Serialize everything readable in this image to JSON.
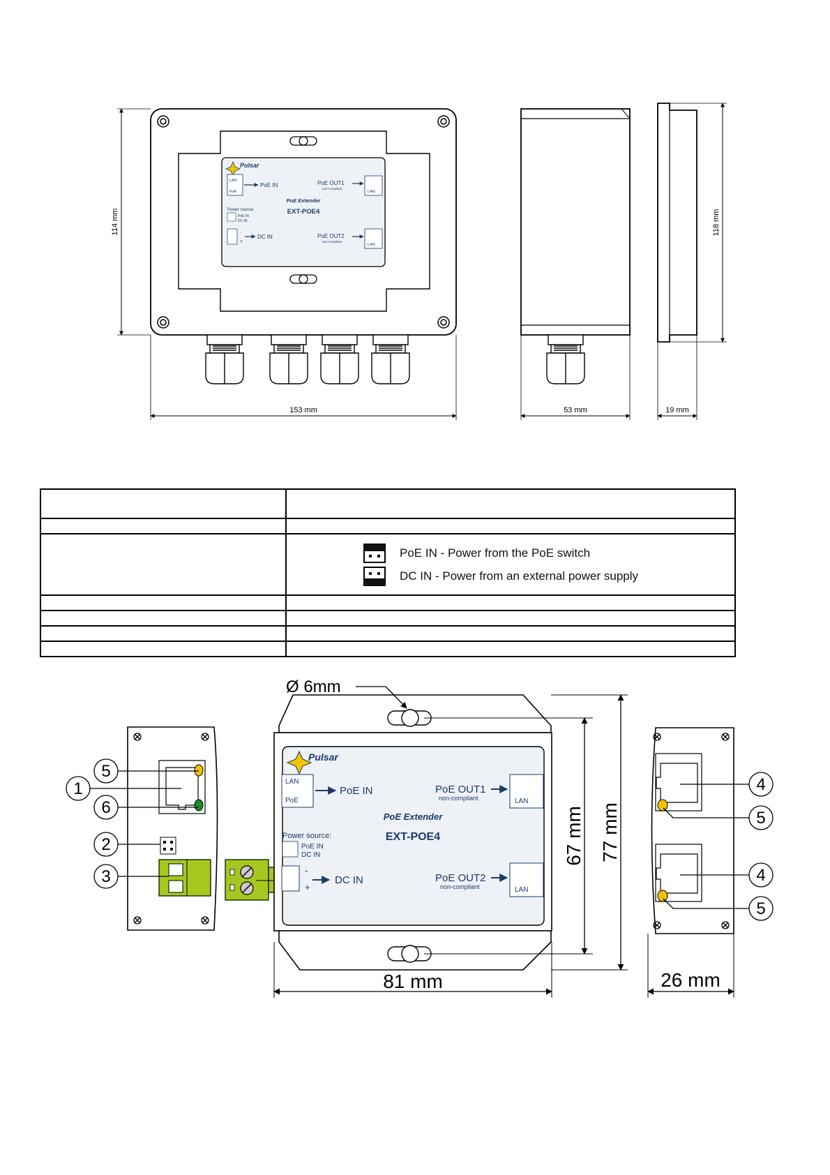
{
  "top_drawing": {
    "dimensions": {
      "height_front": "114 mm",
      "width_front": "153 mm",
      "depth_side": "53 mm",
      "height_side": "118 mm",
      "thickness_edge": "19 mm"
    },
    "label": {
      "brand": "Pulsar",
      "port_lan": "LAN",
      "port_poe": "PoE",
      "poe_in": "PoE IN",
      "poe_out1": "PoE OUT1",
      "poe_out2": "PoE OUT2",
      "non_compliant": "non-compliant",
      "out_lan": "LAN",
      "product_subtitle": "PoE Extender",
      "product_name": "EXT-POE4",
      "power_source": "Power source:",
      "ps_poe_in": "PoE IN",
      "ps_dc_in": "DC IN",
      "minus": "-",
      "plus": "+",
      "dc_in": "DC IN"
    }
  },
  "jumper_table": {
    "legend": [
      {
        "text": "PoE IN - Power from the PoE switch"
      },
      {
        "text": "DC IN - Power from an external power supply"
      }
    ]
  },
  "bottom_drawing": {
    "dimensions": {
      "hole": "Ø 6mm",
      "inner_height": "67 mm",
      "outer_height": "77 mm",
      "width": "81 mm",
      "side_width": "26 mm"
    },
    "callouts": [
      "5",
      "1",
      "6",
      "2",
      "3",
      "4",
      "5",
      "4",
      "5"
    ],
    "label": {
      "brand": "Pulsar",
      "port_lan": "LAN",
      "port_poe": "PoE",
      "poe_in": "PoE IN",
      "poe_out1": "PoE OUT1",
      "poe_out2": "PoE OUT2",
      "non_compliant": "non-compliant",
      "out_lan": "LAN",
      "product_subtitle": "PoE Extender",
      "product_name": "EXT-POE4",
      "power_source": "Power source:",
      "ps_poe_in": "PoE IN",
      "ps_dc_in": "DC IN",
      "minus": "-",
      "plus": "+",
      "dc_in": "DC IN"
    }
  },
  "colors": {
    "led_yellow": "#f2c200",
    "led_green": "#1f8a2c",
    "terminal_green": "#a6c81e",
    "label_blue": "#1b3a6b",
    "logo_yellow": "#f4c400",
    "label_bg": "#eef1f6"
  }
}
